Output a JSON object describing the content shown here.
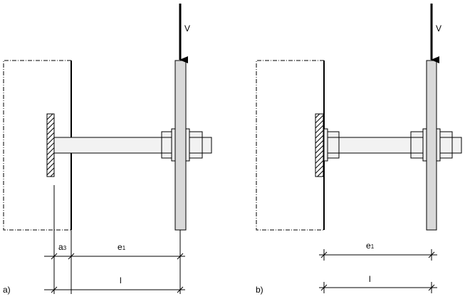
{
  "diagrams": [
    {
      "panel_label": "a)",
      "load_label": "V",
      "dim_a3_main": "a",
      "dim_a3_sub": "3",
      "dim_e1_main": "e",
      "dim_e1_sub": "1",
      "dim_l": "l"
    },
    {
      "panel_label": "b)",
      "load_label": "V",
      "dim_e1_main": "e",
      "dim_e1_sub": "1",
      "dim_l": "l"
    }
  ],
  "colors": {
    "line": "#000000",
    "plate_fill": "#d9d9d9",
    "rod_fill": "#f2f2f2",
    "nut_fill": "#f2f2f2"
  }
}
